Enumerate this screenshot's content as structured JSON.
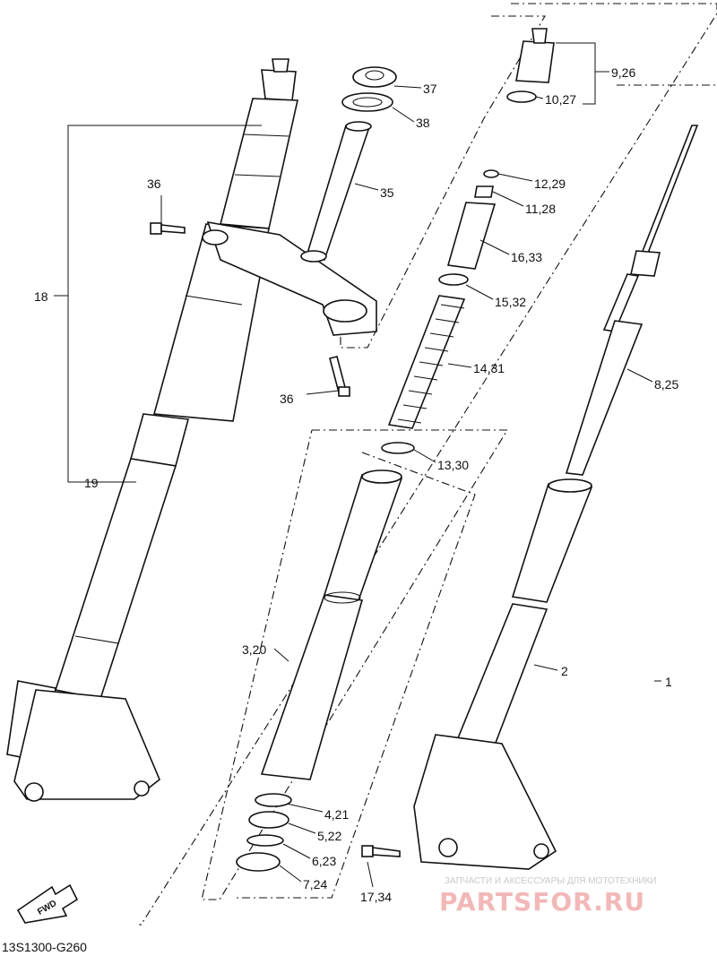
{
  "diagram_code": "13S1300-G260",
  "fwd_label": "FWD",
  "watermark": {
    "tagline": "ЗАПЧАСТИ И АКСЕССУАРЫ ДЛЯ МОТОТЕХНИКИ",
    "brand": "PARTSFOR.RU"
  },
  "callouts": {
    "c1": "1",
    "c2": "2",
    "c3_20": "3,20",
    "c4_21": "4,21",
    "c5_22": "5,22",
    "c6_23": "6,23",
    "c7_24": "7,24",
    "c8_25": "8,25",
    "c9_26": "9,26",
    "c10_27": "10,27",
    "c11_28": "11,28",
    "c12_29": "12,29",
    "c13_30": "13,30",
    "c14_31": "14,31",
    "c15_32": "15,32",
    "c16_33": "16,33",
    "c17_34": "17,34",
    "c18": "18",
    "c19": "19",
    "c35": "35",
    "c36a": "36",
    "c36b": "36",
    "c37": "37",
    "c38": "38"
  }
}
